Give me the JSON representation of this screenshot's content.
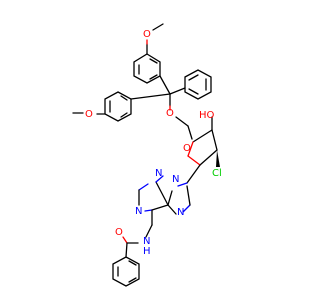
{
  "atom_labels": {
    "o_methoxy_top": "O",
    "o_methoxy_left": "O",
    "o_ether": "O",
    "o_ring": "O",
    "oh": "HO",
    "cl": "Cl",
    "n_purine_1": "N",
    "n_purine_3": "N",
    "n_purine_7": "N",
    "n_purine_9": "N",
    "nh": "N",
    "nh_h": "H",
    "o_amide": "O"
  },
  "colors": {
    "carbon": "#000000",
    "oxygen": "#ff0000",
    "nitrogen": "#0000ff",
    "chlorine": "#00cc00"
  }
}
